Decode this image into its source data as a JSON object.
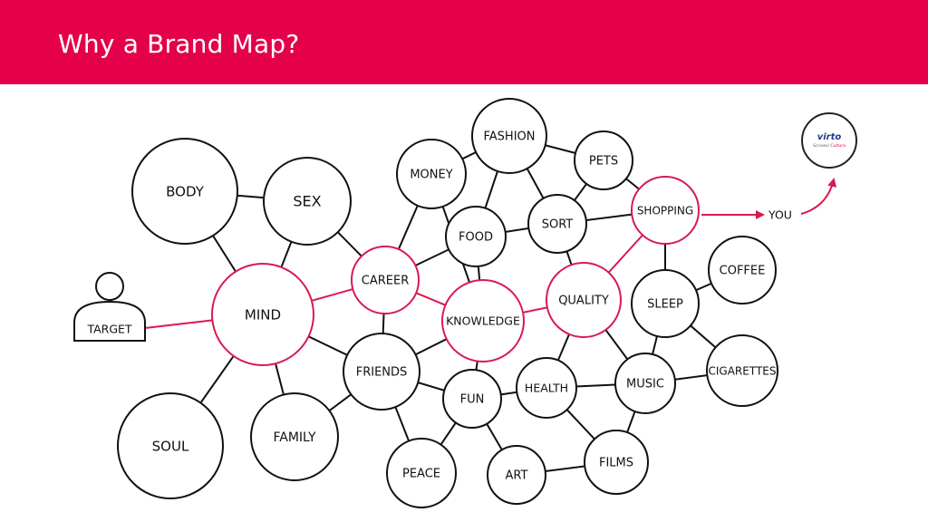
{
  "header": {
    "title": "Why a Brand Map?",
    "bg_color": "#e4004b"
  },
  "colors": {
    "highlight": "#d81b4f",
    "stroke": "#111111"
  },
  "logo": {
    "text": "virto",
    "sub_a": "Scrivevi ",
    "sub_b": "Cultura"
  },
  "you_label": "YOU",
  "target_label": "TARGET",
  "nodes": [
    {
      "id": "body",
      "label": "BODY",
      "hl": false
    },
    {
      "id": "sex",
      "label": "SEX",
      "hl": false
    },
    {
      "id": "mind",
      "label": "MIND",
      "hl": true
    },
    {
      "id": "soul",
      "label": "SOUL",
      "hl": false
    },
    {
      "id": "family",
      "label": "FAMILY",
      "hl": false
    },
    {
      "id": "career",
      "label": "CAREER",
      "hl": true
    },
    {
      "id": "money",
      "label": "MONEY",
      "hl": false
    },
    {
      "id": "fashion",
      "label": "FASHION",
      "hl": false
    },
    {
      "id": "pets",
      "label": "PETS",
      "hl": false
    },
    {
      "id": "food",
      "label": "FOOD",
      "hl": false
    },
    {
      "id": "sort",
      "label": "SORT",
      "hl": false
    },
    {
      "id": "shopping",
      "label": "SHOPPING",
      "hl": true
    },
    {
      "id": "knowledge",
      "label": "KNOWLEDGE",
      "hl": true
    },
    {
      "id": "quality",
      "label": "QUALITY",
      "hl": true
    },
    {
      "id": "coffee",
      "label": "COFFEE",
      "hl": false
    },
    {
      "id": "sleep",
      "label": "SLEEP",
      "hl": false
    },
    {
      "id": "friends",
      "label": "FRIENDS",
      "hl": false
    },
    {
      "id": "fun",
      "label": "FUN",
      "hl": false
    },
    {
      "id": "health",
      "label": "HEALTH",
      "hl": false
    },
    {
      "id": "music",
      "label": "MUSIC",
      "hl": false
    },
    {
      "id": "cigarettes",
      "label": "CIGARETTES",
      "hl": false
    },
    {
      "id": "peace",
      "label": "PEACE",
      "hl": false
    },
    {
      "id": "art",
      "label": "ART",
      "hl": false
    },
    {
      "id": "films",
      "label": "FILMS",
      "hl": false
    }
  ],
  "edges": [
    {
      "a": "target",
      "b": "mind",
      "hl": true
    },
    {
      "a": "mind",
      "b": "career",
      "hl": true
    },
    {
      "a": "career",
      "b": "knowledge",
      "hl": true
    },
    {
      "a": "knowledge",
      "b": "quality",
      "hl": true
    },
    {
      "a": "quality",
      "b": "shopping",
      "hl": true
    },
    {
      "a": "body",
      "b": "sex",
      "hl": false
    },
    {
      "a": "body",
      "b": "mind",
      "hl": false
    },
    {
      "a": "sex",
      "b": "mind",
      "hl": false
    },
    {
      "a": "sex",
      "b": "career",
      "hl": false
    },
    {
      "a": "mind",
      "b": "soul",
      "hl": false
    },
    {
      "a": "mind",
      "b": "family",
      "hl": false
    },
    {
      "a": "mind",
      "b": "friends",
      "hl": false
    },
    {
      "a": "career",
      "b": "money",
      "hl": false
    },
    {
      "a": "career",
      "b": "food",
      "hl": false
    },
    {
      "a": "career",
      "b": "friends",
      "hl": false
    },
    {
      "a": "money",
      "b": "fashion",
      "hl": false
    },
    {
      "a": "money",
      "b": "knowledge",
      "hl": false
    },
    {
      "a": "fashion",
      "b": "food",
      "hl": false
    },
    {
      "a": "fashion",
      "b": "sort",
      "hl": false
    },
    {
      "a": "fashion",
      "b": "pets",
      "hl": false
    },
    {
      "a": "pets",
      "b": "sort",
      "hl": false
    },
    {
      "a": "pets",
      "b": "shopping",
      "hl": false
    },
    {
      "a": "food",
      "b": "sort",
      "hl": false
    },
    {
      "a": "food",
      "b": "knowledge",
      "hl": false
    },
    {
      "a": "sort",
      "b": "shopping",
      "hl": false
    },
    {
      "a": "sort",
      "b": "quality",
      "hl": false
    },
    {
      "a": "shopping",
      "b": "sleep",
      "hl": false
    },
    {
      "a": "sleep",
      "b": "coffee",
      "hl": false
    },
    {
      "a": "sleep",
      "b": "music",
      "hl": false
    },
    {
      "a": "sleep",
      "b": "cigarettes",
      "hl": false
    },
    {
      "a": "quality",
      "b": "health",
      "hl": false
    },
    {
      "a": "quality",
      "b": "music",
      "hl": false
    },
    {
      "a": "knowledge",
      "b": "friends",
      "hl": false
    },
    {
      "a": "knowledge",
      "b": "fun",
      "hl": false
    },
    {
      "a": "friends",
      "b": "family",
      "hl": false
    },
    {
      "a": "friends",
      "b": "peace",
      "hl": false
    },
    {
      "a": "friends",
      "b": "fun",
      "hl": false
    },
    {
      "a": "fun",
      "b": "peace",
      "hl": false
    },
    {
      "a": "fun",
      "b": "art",
      "hl": false
    },
    {
      "a": "fun",
      "b": "health",
      "hl": false
    },
    {
      "a": "health",
      "b": "music",
      "hl": false
    },
    {
      "a": "health",
      "b": "films",
      "hl": false
    },
    {
      "a": "music",
      "b": "films",
      "hl": false
    },
    {
      "a": "music",
      "b": "cigarettes",
      "hl": false
    },
    {
      "a": "art",
      "b": "films",
      "hl": false
    }
  ]
}
